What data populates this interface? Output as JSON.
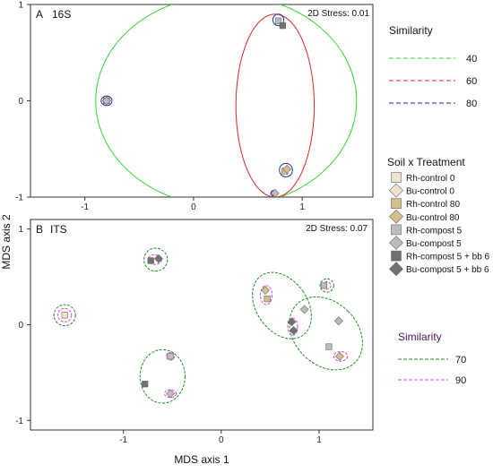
{
  "colors": {
    "green40": "#33d633",
    "red60": "#d52a2a",
    "blue80": "#1f2fa8",
    "darkgreen70": "#1e8c1e",
    "magenta90": "#e040e0",
    "rh_control_0": "#ece4cf",
    "bu_control_0": "#ece4cf",
    "rh_control_80": "#d2bf8b",
    "bu_control_80": "#d2bf8b",
    "rh_compost_5": "#bcbcbc",
    "bu_compost_5": "#bcbcbc",
    "rh_compost_bb": "#707070",
    "bu_compost_bb": "#707070"
  },
  "axes": {
    "y_title": "MDS axis 2",
    "x_title": "MDS axis 1"
  },
  "chart_data": [
    {
      "panel": "A",
      "title": "16S",
      "type": "scatter",
      "stress": "2D Stress: 0.01",
      "xlim": [
        -1.5,
        1.65
      ],
      "ylim": [
        -1,
        1
      ],
      "x_ticks": [
        "-1",
        "0",
        "1"
      ],
      "y_ticks": [
        "1",
        "0",
        "-1"
      ],
      "points": [
        {
          "x": -0.8,
          "y": 0.0,
          "treatment": "Rh-control 0"
        },
        {
          "x": -0.8,
          "y": 0.0,
          "treatment": "Bu-control 0"
        },
        {
          "x": -0.8,
          "y": 0.0,
          "treatment": "Rh-compost 5"
        },
        {
          "x": -0.8,
          "y": 0.0,
          "treatment": "Bu-compost 5"
        },
        {
          "x": 0.78,
          "y": 0.83,
          "treatment": "Rh-compost 5"
        },
        {
          "x": 0.82,
          "y": 0.78,
          "treatment": "Rh-compost 5 + bb 6"
        },
        {
          "x": 0.84,
          "y": -0.73,
          "treatment": "Rh-control 80"
        },
        {
          "x": 0.86,
          "y": -0.71,
          "treatment": "Bu-control 80"
        },
        {
          "x": 0.75,
          "y": -0.96,
          "treatment": "Bu-compost 5"
        }
      ],
      "similarity_contours": [
        {
          "level": "40",
          "cx": 0.3,
          "cy": 0.0,
          "rx": 1.2,
          "ry": 1.1
        },
        {
          "level": "60",
          "cx": 0.75,
          "cy": -0.05,
          "rx": 0.36,
          "ry": 0.95
        },
        {
          "level": "80",
          "cx": -0.8,
          "cy": 0.0,
          "rx": 0.05,
          "ry": 0.05
        },
        {
          "level": "80",
          "cx": 0.78,
          "cy": 0.84,
          "rx": 0.05,
          "ry": 0.06
        },
        {
          "level": "80",
          "cx": 0.85,
          "cy": -0.72,
          "rx": 0.06,
          "ry": 0.07
        },
        {
          "level": "80",
          "cx": 0.74,
          "cy": -0.96,
          "rx": 0.03,
          "ry": 0.03
        }
      ]
    },
    {
      "panel": "B",
      "title": "ITS",
      "type": "scatter",
      "stress": "2D Stress: 0.07",
      "xlim": [
        -1.95,
        1.55
      ],
      "ylim": [
        -1.1,
        1.1
      ],
      "x_ticks": [
        "-1",
        "0",
        "1"
      ],
      "y_ticks": [
        "1",
        "0",
        "-1"
      ],
      "points": [
        {
          "x": -1.6,
          "y": 0.1,
          "treatment": "Rh-control 0"
        },
        {
          "x": -0.72,
          "y": 0.67,
          "treatment": "Rh-compost 5 + bb 6"
        },
        {
          "x": -0.64,
          "y": 0.69,
          "treatment": "Bu-compost 5 + bb 6"
        },
        {
          "x": 0.45,
          "y": 0.36,
          "treatment": "Bu-control 80"
        },
        {
          "x": 0.47,
          "y": 0.27,
          "treatment": "Rh-control 80"
        },
        {
          "x": 1.05,
          "y": 0.41,
          "treatment": "Rh-compost 5"
        },
        {
          "x": 0.72,
          "y": 0.03,
          "treatment": "Bu-compost 5 + bb 6"
        },
        {
          "x": 0.74,
          "y": -0.06,
          "treatment": "Bu-compost 5 + bb 6"
        },
        {
          "x": 0.85,
          "y": 0.16,
          "treatment": "Bu-compost 5"
        },
        {
          "x": 1.2,
          "y": 0.04,
          "treatment": "Bu-compost 5"
        },
        {
          "x": 1.1,
          "y": -0.23,
          "treatment": "Rh-compost 5"
        },
        {
          "x": 1.21,
          "y": -0.33,
          "treatment": "Bu-control 80"
        },
        {
          "x": -0.52,
          "y": -0.33,
          "treatment": "Rh-compost 5"
        },
        {
          "x": -0.78,
          "y": -0.62,
          "treatment": "Rh-compost 5 + bb 6"
        },
        {
          "x": -0.52,
          "y": -0.72,
          "treatment": "Bu-compost 5"
        }
      ],
      "similarity_contours": [
        {
          "level": "70",
          "cx": -1.6,
          "cy": 0.1,
          "rx": 0.11,
          "ry": 0.11
        },
        {
          "level": "70",
          "cx": -0.67,
          "cy": 0.68,
          "rx": 0.12,
          "ry": 0.12
        },
        {
          "level": "70",
          "cx": 0.62,
          "cy": 0.2,
          "rx": 0.26,
          "ry": 0.38,
          "angle": -35
        },
        {
          "level": "70",
          "cx": 1.08,
          "cy": 0.41,
          "rx": 0.07,
          "ry": 0.07
        },
        {
          "level": "70",
          "cx": 1.07,
          "cy": -0.09,
          "rx": 0.32,
          "ry": 0.43,
          "angle": -45
        },
        {
          "level": "70",
          "cx": -0.6,
          "cy": -0.54,
          "rx": 0.23,
          "ry": 0.28
        },
        {
          "level": "90",
          "cx": -1.6,
          "cy": 0.1,
          "rx": 0.07,
          "ry": 0.07
        },
        {
          "level": "90",
          "cx": -0.68,
          "cy": 0.68,
          "rx": 0.07,
          "ry": 0.05
        },
        {
          "level": "90",
          "cx": 0.46,
          "cy": 0.31,
          "rx": 0.06,
          "ry": 0.1
        },
        {
          "level": "90",
          "cx": 1.08,
          "cy": 0.41,
          "rx": 0.04,
          "ry": 0.04
        },
        {
          "level": "90",
          "cx": 0.73,
          "cy": -0.02,
          "rx": 0.05,
          "ry": 0.09
        },
        {
          "level": "90",
          "cx": 1.22,
          "cy": -0.33,
          "rx": 0.07,
          "ry": 0.05
        },
        {
          "level": "90",
          "cx": -0.52,
          "cy": -0.33,
          "rx": 0.04,
          "ry": 0.04
        },
        {
          "level": "90",
          "cx": -0.52,
          "cy": -0.72,
          "rx": 0.06,
          "ry": 0.04
        },
        {
          "level": "90",
          "cx": 0.85,
          "cy": 0.16,
          "rx": 0.02,
          "ry": 0.02
        },
        {
          "level": "90",
          "cx": 1.2,
          "cy": 0.04,
          "rx": 0.02,
          "ry": 0.02
        },
        {
          "level": "90",
          "cx": 1.1,
          "cy": -0.23,
          "rx": 0.02,
          "ry": 0.02
        },
        {
          "level": "90",
          "cx": -0.78,
          "cy": -0.62,
          "rx": 0.02,
          "ry": 0.02
        }
      ]
    }
  ],
  "legend_similarity_a": {
    "title": "Similarity",
    "items": [
      {
        "label": "40",
        "color": "#33d633"
      },
      {
        "label": "60",
        "color": "#d52a2a"
      },
      {
        "label": "80",
        "color": "#1f2fa8"
      }
    ]
  },
  "legend_treatment": {
    "title": "Soil x Treatment",
    "items": [
      {
        "label": "Rh-control 0",
        "shape": "square",
        "color": "#ece4cf"
      },
      {
        "label": "Bu-control 0",
        "shape": "diamond",
        "color": "#ece4cf"
      },
      {
        "label": "Rh-control 80",
        "shape": "square",
        "color": "#d2bf8b"
      },
      {
        "label": "Bu-control 80",
        "shape": "diamond",
        "color": "#d2bf8b"
      },
      {
        "label": "Rh-compost 5",
        "shape": "square",
        "color": "#bcbcbc"
      },
      {
        "label": "Bu-compost 5",
        "shape": "diamond",
        "color": "#bcbcbc"
      },
      {
        "label": "Rh-compost 5 + bb 6",
        "shape": "square",
        "color": "#707070"
      },
      {
        "label": "Bu-compost 5 +  bb 6",
        "shape": "diamond",
        "color": "#707070"
      }
    ]
  },
  "legend_similarity_b": {
    "title": "Similarity",
    "items": [
      {
        "label": "70",
        "color": "#1e8c1e"
      },
      {
        "label": "90",
        "color": "#e040e0"
      }
    ]
  }
}
